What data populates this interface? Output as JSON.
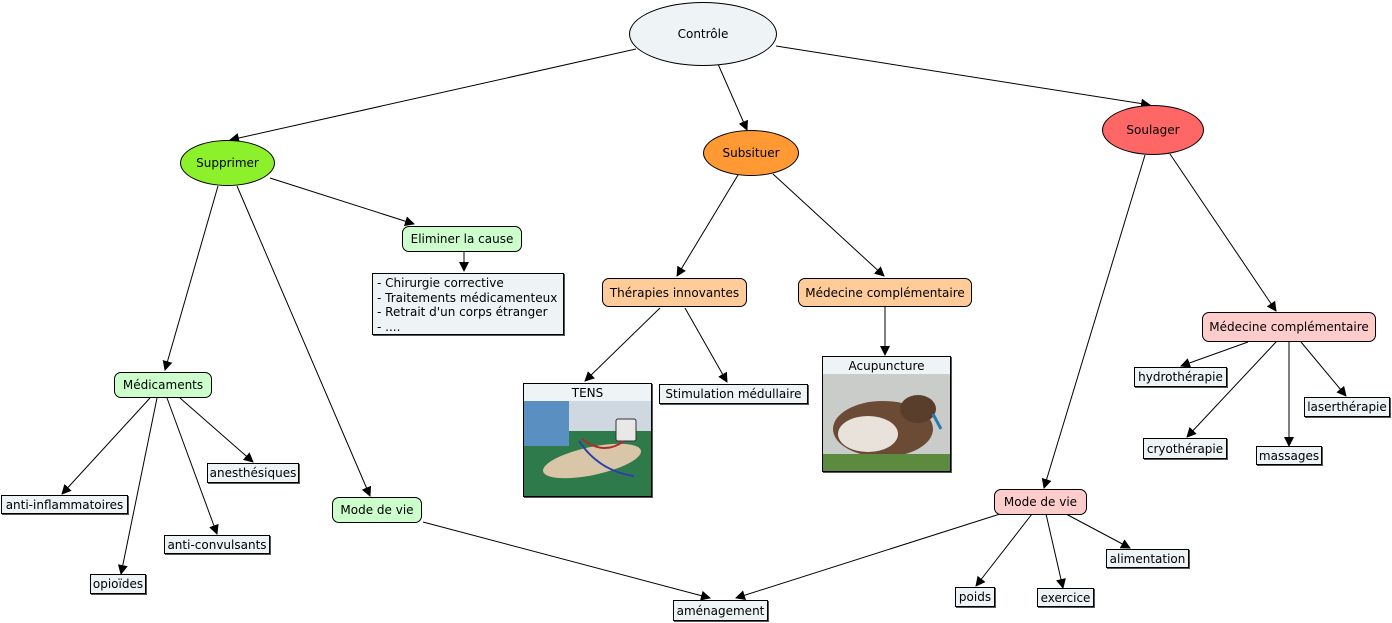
{
  "nodes": {
    "controle": "Contrôle",
    "supprimer": "Supprimer",
    "subsituer": "Subsituer",
    "soulager": "Soulager",
    "eliminer": "Eliminer la cause",
    "cause_list": [
      "- Chirurgie corrective",
      "- Traitements médicamenteux",
      "- Retrait d'un corps étranger",
      "- ...."
    ],
    "medicaments": "Médicaments",
    "anti_inflammatoires": "anti-inflammatoires",
    "opioides": "opioïdes",
    "anti_convulsants": "anti-convulsants",
    "anesthesiques": "anesthésiques",
    "mode_vie_left": "Mode de vie",
    "amenagement": "aménagement",
    "therapies": "Thérapies innovantes",
    "tens": "TENS",
    "stimulation": "Stimulation médullaire",
    "med_comp_center": "Médecine complémentaire",
    "acupuncture": "Acupuncture",
    "med_comp_right": "Médecine complémentaire",
    "hydrotherapie": "hydrothérapie",
    "cryotherapie": "cryothérapie",
    "massages": "massages",
    "laserthérapie": "laserthérapie",
    "mode_vie_right": "Mode de vie",
    "poids": "poids",
    "exercice": "exercice",
    "alimentation": "alimentation"
  },
  "colors": {
    "controle": "#eef3f5",
    "supprimer": "#8cf02a",
    "subsituer": "#ff9933",
    "soulager": "#ff6666",
    "green_pill": "#ccffcc",
    "orange_pill": "#ffcc99",
    "pink_pill": "#ffcccc",
    "box": "#eef3f5"
  }
}
